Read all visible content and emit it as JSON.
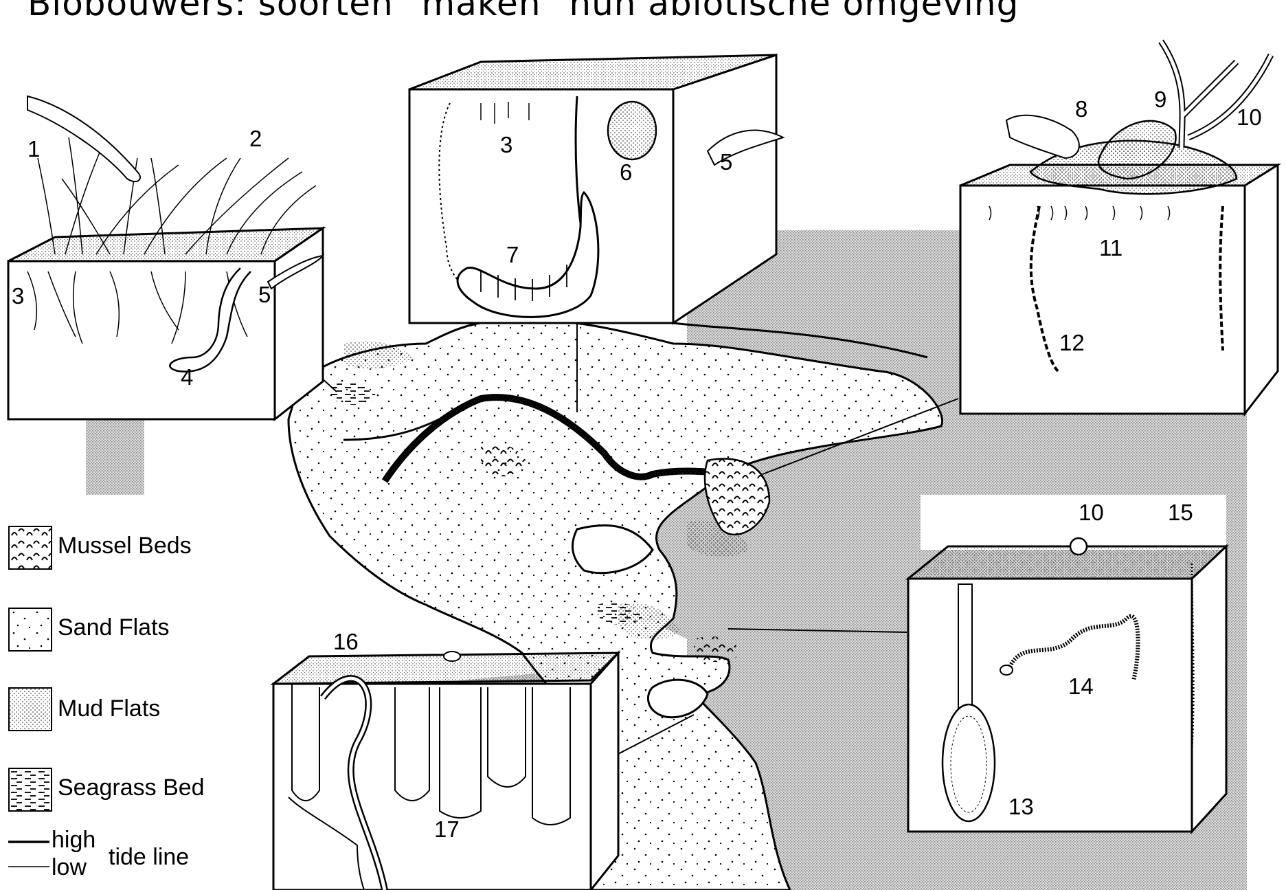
{
  "title": "Biobouwers: soorten \"maken\" hun abiotische omgeving",
  "diagram": {
    "block_numbers": {
      "topleft": [
        "1",
        "2",
        "3",
        "4",
        "5"
      ],
      "topcenter": [
        "3",
        "6",
        "5",
        "7"
      ],
      "topright": [
        "8",
        "9",
        "10",
        "11",
        "12"
      ],
      "bottomright": [
        "10",
        "15",
        "14",
        "13"
      ],
      "bottomcenter": [
        "16",
        "17"
      ]
    }
  },
  "legend": {
    "items": [
      {
        "label": "Mussel Beds",
        "pattern": "mussel"
      },
      {
        "label": "Sand Flats",
        "pattern": "sand"
      },
      {
        "label": "Mud Flats",
        "pattern": "mud"
      },
      {
        "label": "Seagrass Bed",
        "pattern": "seagrass"
      }
    ],
    "tide": {
      "high": "high",
      "low": "low",
      "label": "tide line"
    }
  },
  "colors": {
    "ink": "#000000",
    "paper": "#ffffff",
    "water": "#c9c9c9"
  }
}
